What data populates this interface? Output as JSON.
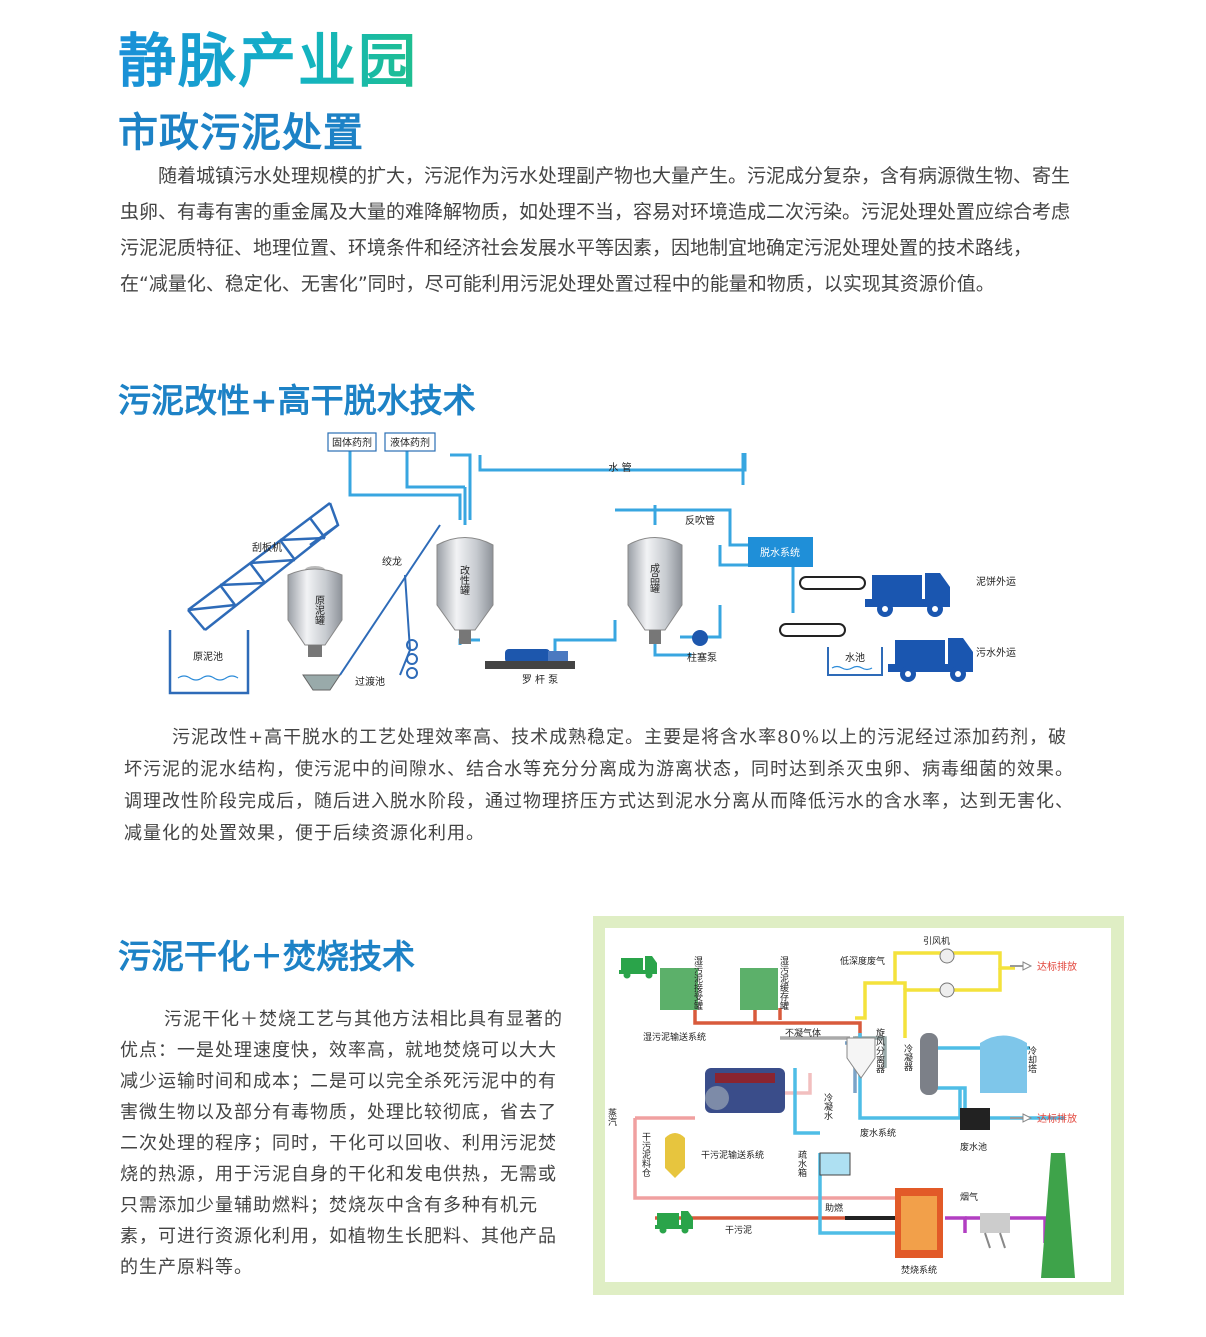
{
  "header": {
    "title": "静脉产业园",
    "subtitle": "市政污泥处置"
  },
  "intro": "随着城镇污水处理规模的扩大，污泥作为污水处理副产物也大量产生。污泥成分复杂，含有病源微生物、寄生虫卵、有毒有害的重金属及大量的难降解物质，如处理不当，容易对环境造成二次污染。污泥处理处置应综合考虑污泥泥质特征、地理位置、环境条件和经济社会发展水平等因素，因地制宜地确定污泥处理处置的技术路线，在“减量化、稳定化、无害化”同时，尽可能利用污泥处理处置过程中的能量和物质，以实现其资源价值。",
  "section1": {
    "heading": "污泥改性+高干脱水技术",
    "body": "污泥改性+高干脱水的工艺处理效率高、技术成熟稳定。主要是将含水率80%以上的污泥经过添加药剂，破坏污泥的泥水结构，使污泥中的间隙水、结合水等充分分离成为游离状态，同时达到杀灭虫卵、病毒细菌的效果。调理改性阶段完成后，随后进入脱水阶段，通过物理挤压方式达到泥水分离从而降低污水的含水率，达到无害化、减量化的处置效果，便于后续资源化利用。",
    "diagram": {
      "solid_agent": "固体药剂",
      "liquid_agent": "液体药剂",
      "water_pipe": "水  管",
      "scraper": "刮板机",
      "raw_pool": "原泥池",
      "raw_tank": "原泥罐",
      "auger": "绞龙",
      "transfer_pool": "过渡池",
      "modify_tank": "改性罐",
      "screw_pump": "罗 杆 泵",
      "product_tank": "成品罐",
      "backflush": "反吹管",
      "dewater_system": "脱水系统",
      "plunger_pump": "柱塞泵",
      "cake_out": "泥饼外运",
      "water_pool": "水池",
      "sewage_out": "污水外运"
    }
  },
  "section2": {
    "heading": "污泥干化＋焚烧技术",
    "body": "污泥干化＋焚烧工艺与其他方法相比具有显著的优点：一是处理速度快，效率高，就地焚烧可以大大减少运输时间和成本；二是可以完全杀死污泥中的有害微生物以及部分有毒物质，处理比较彻底，省去了二次处理的程序；同时，干化可以回收、利用污泥焚烧的热源，用于污泥自身的干化和发电供热，无需或只需添加少量辅助燃料；焚烧灰中含有多种有机元素，可进行资源化利用，如植物生长肥料、其他产品的生产原料等。",
    "diagram": {
      "wet_receive": "湿污泥接受罐",
      "wet_buffer": "湿污泥缓存罐",
      "wet_convey": "湿污泥输送系统",
      "non_condensable": "不凝气体",
      "low_depth_gas": "低深度废气",
      "induced_fan": "引风机",
      "discharge": "达标排放",
      "cyclone": "旋风分离器",
      "condenser": "冷凝器",
      "cooling_tower": "冷却塔",
      "condensate": "冷凝水",
      "steam": "蒸汽",
      "dry_silo": "干污泥料仓",
      "dry_convey": "干污泥输送系统",
      "drain_tank": "疏水箱",
      "waste_water_system": "废水系统",
      "waste_pool": "废水池",
      "combustion_aid": "助燃",
      "flue_gas": "烟气",
      "dry_sludge": "干污泥",
      "incineration": "焚烧系统"
    }
  },
  "colors": {
    "accent": "#1d82c6",
    "pipe_blue": "#2aa0dc",
    "truck_blue": "#1a56b0",
    "frame_green": "#dfeec4"
  }
}
